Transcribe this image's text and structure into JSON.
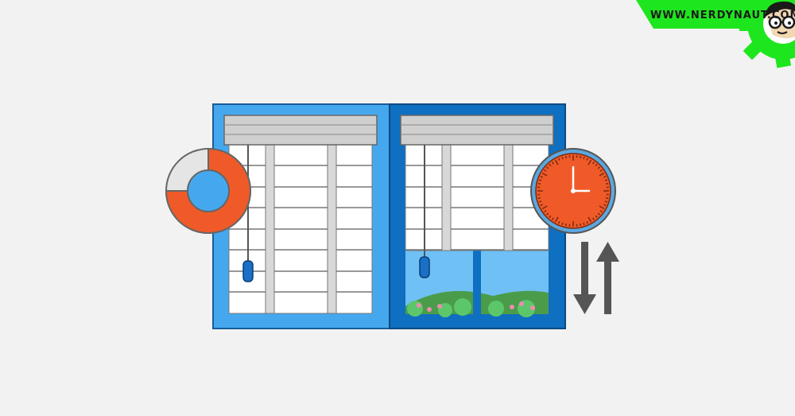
{
  "brand": {
    "site_label": "WWW.NERDYNAUT.COM",
    "accent_color": "#1ee61e",
    "mascot_icon": "nerd-face-icon"
  },
  "illustration": {
    "subject": "window-blinds",
    "left_window_color": "#45a8ef",
    "right_window_color": "#0f6fc0",
    "blind_color": "#ffffff",
    "donut_fill_color": "#f05a28",
    "donut_remaining_color": "#e5e5e5",
    "donut_filled_fraction": 0.75,
    "clock_face_color": "#f05a28",
    "clock_ring_color": "#5aa8e0",
    "clock_time": "3:00",
    "arrows_color": "#555555",
    "icons": [
      "donut-progress-icon",
      "clock-icon",
      "up-down-arrows-icon"
    ]
  }
}
